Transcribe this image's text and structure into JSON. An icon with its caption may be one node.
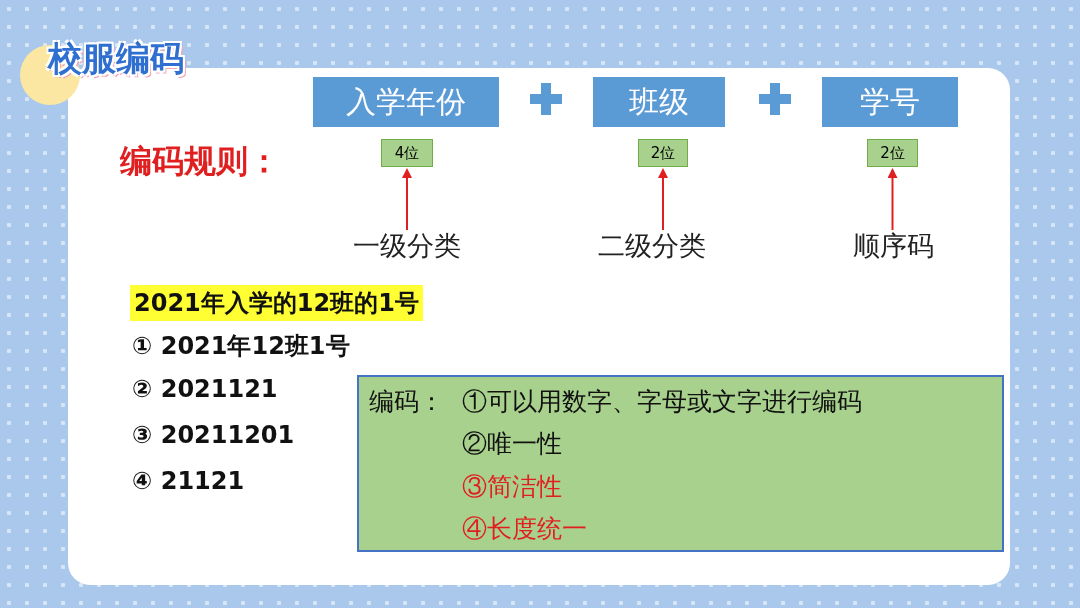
{
  "diagram": {
    "title": "校服编码",
    "nodes": [
      {
        "text": [
          "入学年份"
        ]
      },
      {
        "text": [
          "4位"
        ]
      },
      {
        "text": [
          "一级分类"
        ]
      },
      {
        "text": [
          "班级"
        ]
      },
      {
        "text": [
          "2位"
        ]
      },
      {
        "text": [
          "二级分类"
        ]
      },
      {
        "text": [
          "学号"
        ]
      },
      {
        "text": [
          "2位"
        ]
      },
      {
        "text": [
          "顺序码"
        ]
      },
      {
        "text": [
          "编码：",
          "①可以用数字、字母或文字进行编码",
          "②唯一性",
          "③简洁性",
          "④长度统一"
        ]
      }
    ],
    "edges": [
      {
        "from": 2,
        "to": 1,
        "arrow": "to"
      },
      {
        "from": 5,
        "to": 4,
        "arrow": "to"
      },
      {
        "from": 8,
        "to": 7,
        "arrow": "to"
      }
    ],
    "labels": [
      "编码规则：",
      "2021年入学的12班的1号",
      "① 2021年12班1号",
      "② 2021121",
      "③ 20211201",
      "④ 21121"
    ]
  }
}
